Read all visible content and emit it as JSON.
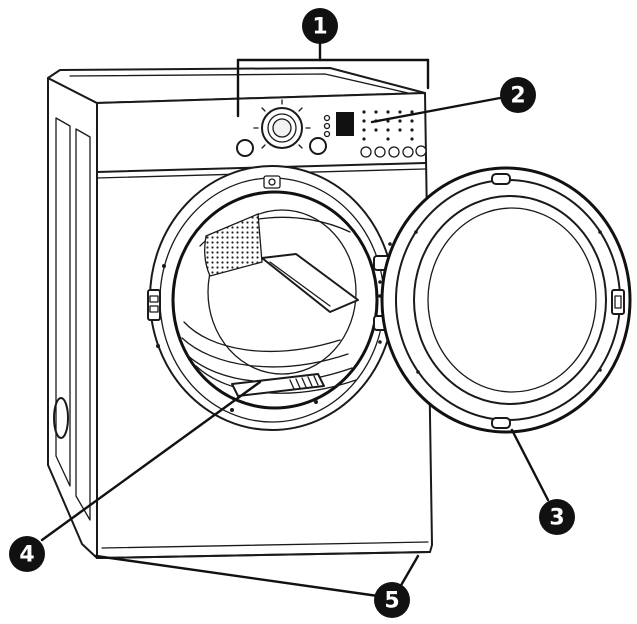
{
  "callouts": [
    {
      "label": "1"
    },
    {
      "label": "2"
    },
    {
      "label": "3"
    },
    {
      "label": "4"
    },
    {
      "label": "5"
    }
  ]
}
